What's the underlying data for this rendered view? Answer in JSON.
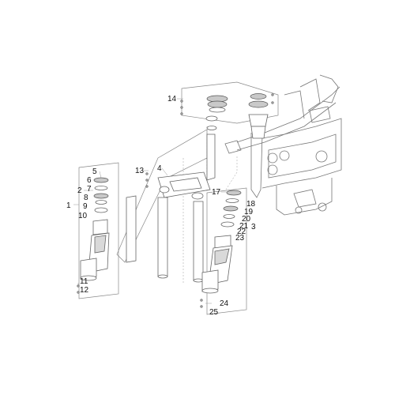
{
  "diagram": {
    "part_labels": [
      "1",
      "2",
      "3",
      "4",
      "5",
      "6",
      "7",
      "8",
      "9",
      "10",
      "11",
      "12",
      "13",
      "14",
      "17",
      "18",
      "19",
      "20",
      "21",
      "22",
      "23",
      "24",
      "25"
    ]
  }
}
